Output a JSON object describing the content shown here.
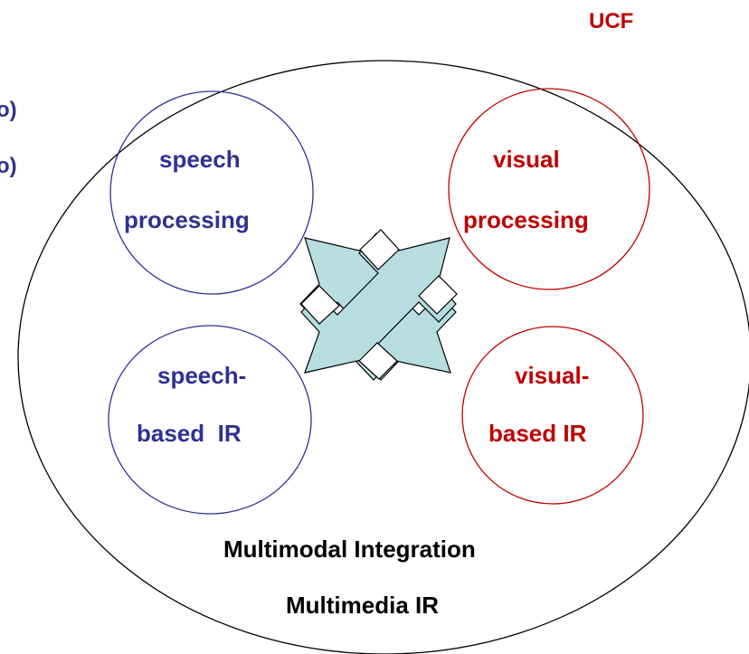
{
  "header": {
    "org_label": "UCF",
    "left_fragments": [
      "o)",
      "o)"
    ]
  },
  "nodes": {
    "speech_processing": {
      "line1": "speech",
      "line2": "processing"
    },
    "speech_based_ir": {
      "line1": "speech-",
      "line2": "based  IR"
    },
    "visual_processing": {
      "line1": "visual",
      "line2": "processing"
    },
    "visual_based_ir": {
      "line1": "visual-",
      "line2": "based IR"
    }
  },
  "footer": {
    "integration_label": "Multimodal Integration",
    "ir_label": "Multimedia IR"
  },
  "colors": {
    "speech": "#2e3192",
    "visual": "#c00000",
    "connector_fill": "#b7dde1",
    "stroke": "#000000"
  }
}
